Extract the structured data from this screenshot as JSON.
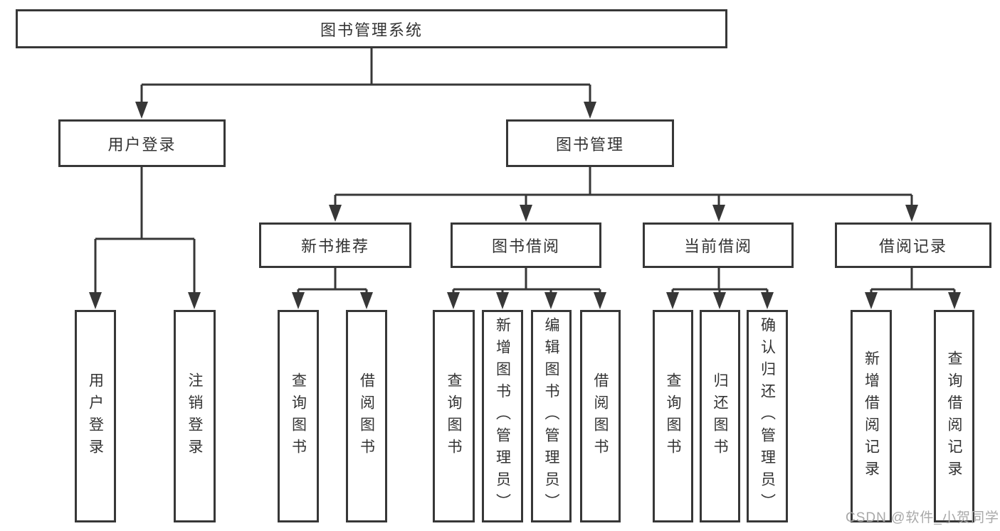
{
  "root": {
    "label": "图书管理系统"
  },
  "branches": {
    "user": {
      "label": "用户登录",
      "leaves": [
        {
          "label": "用户登录"
        },
        {
          "label": "注销登录"
        }
      ]
    },
    "management": {
      "label": "图书管理",
      "sections": [
        {
          "label": "新书推荐",
          "leaves": [
            {
              "label": "查询图书"
            },
            {
              "label": "借阅图书"
            }
          ]
        },
        {
          "label": "图书借阅",
          "leaves": [
            {
              "label": "查询图书"
            },
            {
              "label": "新增图书（管理员）"
            },
            {
              "label": "编辑图书（管理员）"
            },
            {
              "label": "借阅图书"
            }
          ]
        },
        {
          "label": "当前借阅",
          "leaves": [
            {
              "label": "查询图书"
            },
            {
              "label": "归还图书"
            },
            {
              "label": "确认归还（管理员）"
            }
          ]
        },
        {
          "label": "借阅记录",
          "leaves": [
            {
              "label": "新增借阅记录"
            },
            {
              "label": "查询借阅记录"
            }
          ]
        }
      ]
    }
  },
  "watermark": {
    "text": "CSDN @软件_小贺同学"
  },
  "colors": {
    "line": "#373737",
    "text": "#333333",
    "watermark": "#a8a8a8",
    "background": "#ffffff"
  }
}
